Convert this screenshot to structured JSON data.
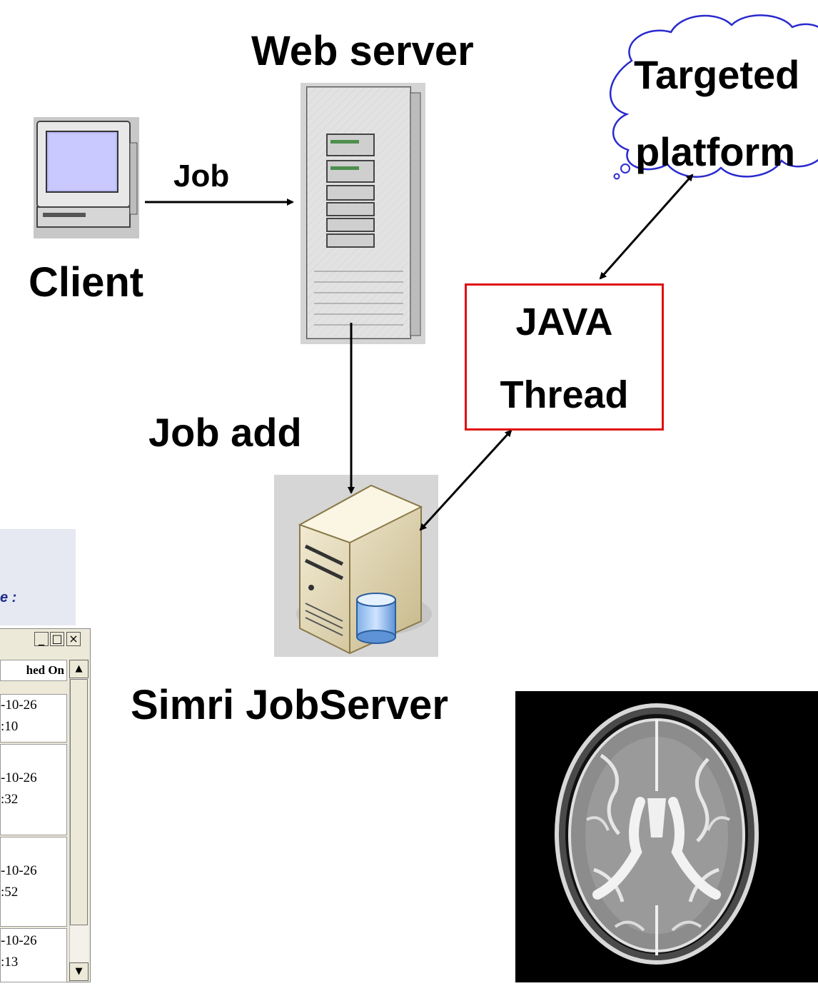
{
  "labels": {
    "web_server": "Web server",
    "client": "Client",
    "job": "Job",
    "job_add": "Job add",
    "java_line1": "JAVA",
    "java_line2": "Thread",
    "jobserver": "Simri JobServer",
    "cloud_line1": "Targeted",
    "cloud_line2": "platform"
  },
  "web_panel": {
    "text": "e :"
  },
  "job_window": {
    "controls": [
      "_",
      "□",
      "×"
    ],
    "header": "hed On",
    "rows": [
      {
        "date": "-10-26",
        "time": ":10"
      },
      {
        "date": "-10-26",
        "time": ":32"
      },
      {
        "date": "-10-26",
        "time": ":52"
      },
      {
        "date": "-10-26",
        "time": ":13"
      }
    ],
    "scroll_up": "▲",
    "scroll_down": "▼"
  },
  "colors": {
    "arrow": "#000000",
    "java_border": "#e01010",
    "cloud_stroke": "#2a2acf"
  },
  "icons": {
    "client": "desktop-computer-icon",
    "web_server": "tower-server-icon",
    "jobserver": "database-server-icon",
    "cloud": "cloud-icon",
    "mri": "brain-mri-image"
  }
}
